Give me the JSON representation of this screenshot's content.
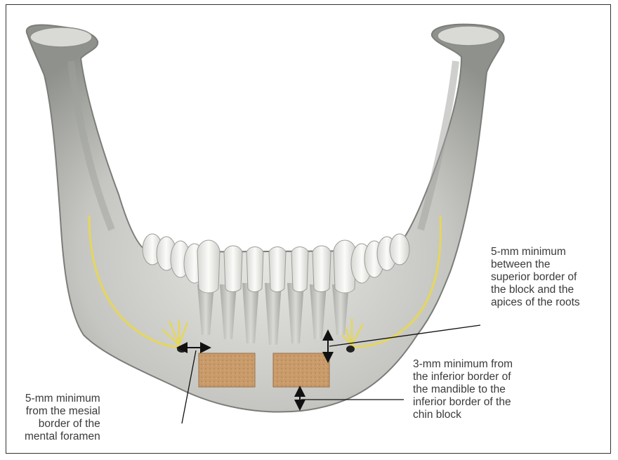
{
  "annotations": {
    "superior_border": "5-mm minimum\nbetween the\nsuperior border of\nthe block and the\napices of the roots",
    "inferior_border": "3-mm minimum from\nthe inferior border of\nthe mandible to the\ninferior border of the\nchin block",
    "mental_foramen": "5-mm minimum\nfrom the mesial\nborder of the\nmental foramen"
  },
  "colors": {
    "bone": "#c9cac6",
    "bone_shadow": "#8e908c",
    "nerve": "#e6d65a",
    "graft_block": "#c99b6a",
    "arrow": "#111111"
  }
}
